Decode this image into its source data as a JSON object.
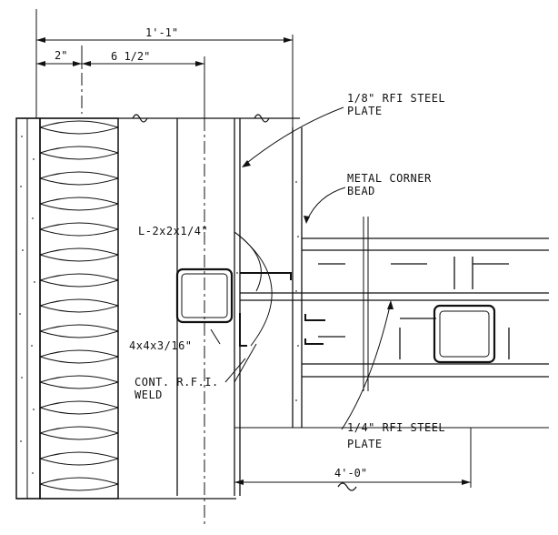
{
  "dimensions": {
    "overall": "1'-1\"",
    "insulation": "2\"",
    "cavity": "6 1/2\"",
    "span": "4'-0\""
  },
  "callouts": {
    "top_plate_1": "1/8\" RFI STEEL",
    "top_plate_2": "PLATE",
    "corner_bead_1": "METAL CORNER",
    "corner_bead_2": "BEAD",
    "angle": "L-2x2x1/4\"",
    "tube": "4x4x3/16\"",
    "weld_1": "CONT. R.F.I.",
    "weld_2": "WELD",
    "bottom_plate_1": "1/4\" RFI STEEL",
    "bottom_plate_2": "PLATE"
  }
}
